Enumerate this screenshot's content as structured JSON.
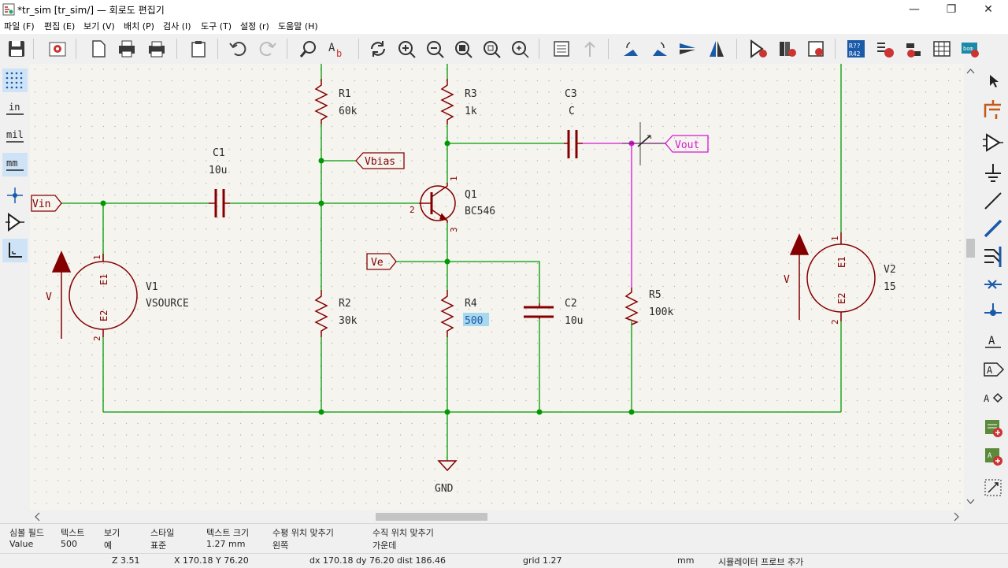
{
  "window": {
    "title": "*tr_sim [tr_sim/] — 회로도 편집기",
    "minimize": "—",
    "maximize": "❐",
    "close": "✕"
  },
  "menu": [
    "파일 (F)",
    "편집 (E)",
    "보기 (V)",
    "배치 (P)",
    "검사 (I)",
    "도구 (T)",
    "설정 (r)",
    "도움말 (H)"
  ],
  "toolbar_icons": [
    "save-icon",
    "schematic-setup-icon",
    "page-settings-icon",
    "print-icon",
    "plot-icon",
    "paste-icon",
    "undo-icon",
    "redo-icon",
    "find-icon",
    "find-replace-icon",
    "refresh-icon",
    "zoom-in-icon",
    "zoom-out-icon",
    "zoom-fit-icon",
    "zoom-objects-icon",
    "zoom-selection-icon",
    "hierarchy-icon",
    "leave-sheet-icon",
    "rotate-ccw-icon",
    "rotate-cw-icon",
    "mirror-v-icon",
    "mirror-h-icon",
    "symbol-editor-icon",
    "symbol-library-icon",
    "footprint-assign-icon",
    "annotate-icon",
    "erc-icon",
    "netlist-icon",
    "bom-table-icon",
    "pcb-icon"
  ],
  "left_toolbar": [
    {
      "name": "grid-toggle-icon",
      "label": "",
      "active": true
    },
    {
      "name": "units-inch-icon",
      "label": "in",
      "active": false
    },
    {
      "name": "units-mil-icon",
      "label": "mil",
      "active": false
    },
    {
      "name": "units-mm-icon",
      "label": "mm",
      "active": true
    },
    {
      "name": "cursor-crosshair-icon",
      "label": "",
      "active": false
    },
    {
      "name": "hierarchy-nav-icon",
      "label": "",
      "active": false
    },
    {
      "name": "angle-45-icon",
      "label": "",
      "active": true
    }
  ],
  "right_toolbar": [
    "select-icon",
    "highlight-net-icon",
    "add-symbol-icon",
    "add-power-icon",
    "add-wire-icon",
    "add-bus-icon",
    "add-wire-to-bus-icon",
    "add-no-connect-icon",
    "add-junction-icon",
    "add-label-icon",
    "add-global-label-icon",
    "add-hier-label-icon",
    "add-sheet-icon",
    "import-sheet-pin-icon",
    "add-text-icon",
    "add-graphic-icon"
  ],
  "colors": {
    "wire": "#009900",
    "wire_probe": "#d417d4",
    "component": "#840000",
    "label": "#840000",
    "junction": "#009900",
    "canvas_bg": "#f5f4ef",
    "grid_dot": "#b4b4b4",
    "highlight": "#a8d8f0"
  },
  "schematic": {
    "R1": {
      "ref": "R1",
      "value": "60k"
    },
    "R2": {
      "ref": "R2",
      "value": "30k"
    },
    "R3": {
      "ref": "R3",
      "value": "1k"
    },
    "R4": {
      "ref": "R4",
      "value": "500"
    },
    "R5": {
      "ref": "R5",
      "value": "100k"
    },
    "C1": {
      "ref": "C1",
      "value": "10u"
    },
    "C2": {
      "ref": "C2",
      "value": "10u"
    },
    "C3": {
      "ref": "C3",
      "value": "C"
    },
    "Q1": {
      "ref": "Q1",
      "value": "BC546",
      "pin_c": "1",
      "pin_b": "2",
      "pin_e": "3"
    },
    "V1": {
      "ref": "V1",
      "value": "VSOURCE",
      "pin1": "1",
      "pin2": "2",
      "e1": "E1",
      "e2": "E2",
      "arrow_label": "V"
    },
    "V2": {
      "ref": "V2",
      "value": "15",
      "pin1": "1",
      "pin2": "2",
      "e1": "E1",
      "e2": "E2",
      "arrow_label": "V"
    },
    "labels": {
      "vin": "Vin",
      "vbias": "Vbias",
      "ve": "Ve",
      "vout": "Vout"
    },
    "gnd": "GND"
  },
  "properties": [
    {
      "header": "심볼 필드",
      "value": "Value"
    },
    {
      "header": "텍스트",
      "value": "500"
    },
    {
      "header": "보기",
      "value": "예"
    },
    {
      "header": "스타일",
      "value": "표준"
    },
    {
      "header": "텍스트 크기",
      "value": "1.27 mm"
    },
    {
      "header": "수평 위치 맞추기",
      "value": "왼쪽"
    },
    {
      "header": "수직 위치 맞추기",
      "value": "가운데"
    }
  ],
  "status": {
    "zoom": "Z 3.51",
    "xy": "X 170.18  Y 76.20",
    "dxy": "dx 170.18  dy 76.20  dist 186.46",
    "grid": "grid 1.27",
    "units": "mm",
    "mode": "시뮬레이터 프로브 추가"
  }
}
